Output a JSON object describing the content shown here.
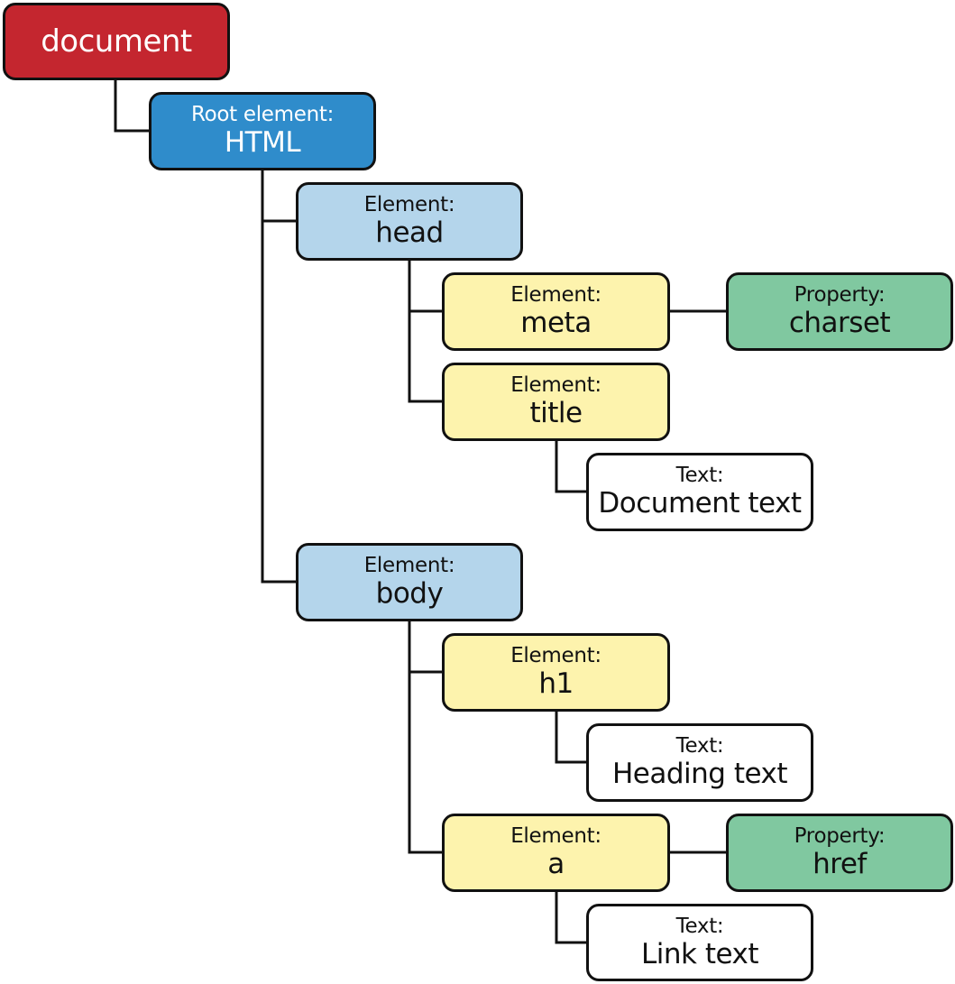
{
  "colors": {
    "document": "#c4262f",
    "root": "#2f8ccb",
    "element_l1": "#b4d5eb",
    "element_l2": "#fdf3ad",
    "property": "#80c8a0",
    "text": "#ffffff",
    "stroke": "#111111"
  },
  "nodes": {
    "document": {
      "value": "document"
    },
    "html": {
      "label": "Root element:",
      "value": "HTML"
    },
    "head": {
      "label": "Element:",
      "value": "head"
    },
    "meta": {
      "label": "Element:",
      "value": "meta"
    },
    "charset": {
      "label": "Property:",
      "value": "charset"
    },
    "title": {
      "label": "Element:",
      "value": "title"
    },
    "doctext": {
      "label": "Text:",
      "value": "Document text"
    },
    "body": {
      "label": "Element:",
      "value": "body"
    },
    "h1": {
      "label": "Element:",
      "value": "h1"
    },
    "headtext": {
      "label": "Text:",
      "value": "Heading text"
    },
    "a": {
      "label": "Element:",
      "value": "a"
    },
    "href": {
      "label": "Property:",
      "value": "href"
    },
    "linktext": {
      "label": "Text:",
      "value": "Link text"
    }
  }
}
